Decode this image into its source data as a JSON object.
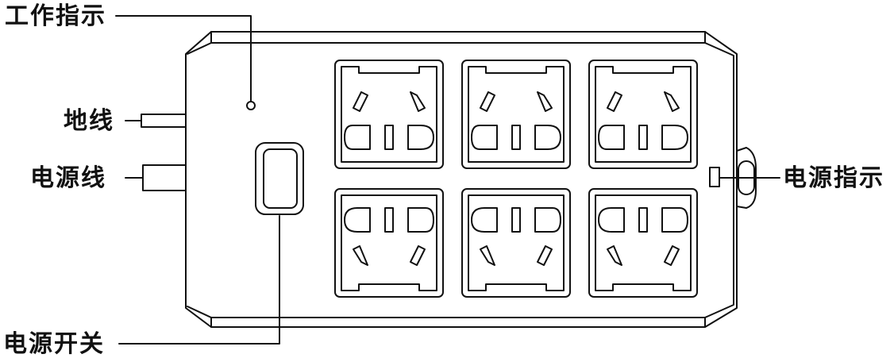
{
  "labels": {
    "work_indicator": "工作指示",
    "ground_wire": "地线",
    "power_cord": "电源线",
    "power_indicator": "电源指示",
    "power_switch": "电源开关"
  },
  "socket_panel": {
    "rows": 2,
    "columns": 3,
    "socket_count": 6
  },
  "colors": {
    "line": "#111111",
    "background": "#ffffff"
  }
}
